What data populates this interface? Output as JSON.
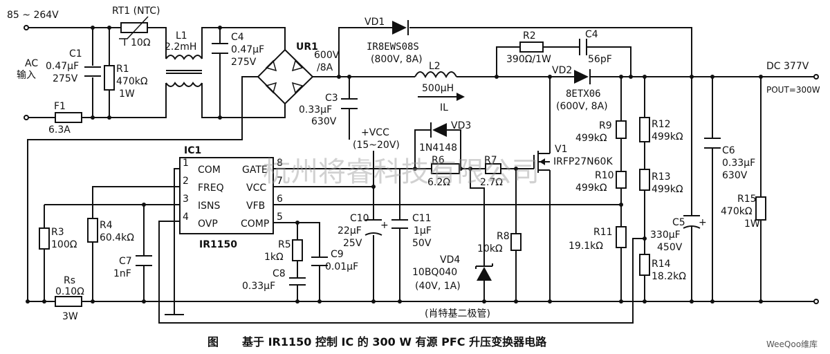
{
  "input": {
    "voltage": "85 ~ 264V",
    "ac_label": "AC",
    "ac_label2": "输入"
  },
  "components": {
    "rt1": {
      "name": "RT1 (NTC)",
      "value": "T 10Ω"
    },
    "l1": {
      "name": "L1",
      "value": "2.2mH"
    },
    "c1": {
      "name": "C1",
      "value": "0.47μF",
      "rating": "275V"
    },
    "r1": {
      "name": "R1",
      "value": "470kΩ",
      "rating": "1W"
    },
    "f1": {
      "name": "F1",
      "value": "6.3A"
    },
    "c4a": {
      "name": "C4",
      "value": "0.47μF",
      "rating": "275V"
    },
    "ur1": {
      "name": "UR1",
      "value": "600V",
      "rating": "/8A"
    },
    "c3": {
      "name": "C3",
      "value": "0.33μF",
      "rating": "630V"
    },
    "vd1": {
      "name": "VD1",
      "part": "IR8EWS08S",
      "rating": "(800V, 8A)"
    },
    "r2": {
      "name": "R2",
      "value": "390Ω/1W"
    },
    "c4b": {
      "name": "C4",
      "value": "56pF"
    },
    "l2": {
      "name": "L2",
      "value": "500μH",
      "current": "IL"
    },
    "vd2": {
      "name": "VD2",
      "part": "8ETX06",
      "rating": "(600V, 8A)"
    },
    "vd3": {
      "name": "VD3",
      "part": "1N4148"
    },
    "r6": {
      "name": "R6",
      "value": "6.2Ω"
    },
    "r7": {
      "name": "R7",
      "value": "2.7Ω"
    },
    "v1": {
      "name": "V1",
      "part": "IRFP27N60K"
    },
    "r8": {
      "name": "R8",
      "value": "10kΩ"
    },
    "r9": {
      "name": "R9",
      "value": "499kΩ"
    },
    "r10": {
      "name": "R10",
      "value": "499kΩ"
    },
    "r11": {
      "name": "R11",
      "value": "19.1kΩ"
    },
    "r12": {
      "name": "R12",
      "value": "499kΩ"
    },
    "r13": {
      "name": "R13",
      "value": "499kΩ"
    },
    "r14": {
      "name": "R14",
      "value": "18.2kΩ"
    },
    "c5": {
      "name": "C5",
      "value": "330μF",
      "rating": "450V"
    },
    "c6": {
      "name": "C6",
      "value": "0.33μF",
      "rating": "630V"
    },
    "r15": {
      "name": "R15",
      "value": "470kΩ",
      "rating": "1W"
    },
    "r3": {
      "name": "R3",
      "value": "100Ω"
    },
    "r4": {
      "name": "R4",
      "value": "60.4kΩ"
    },
    "c7": {
      "name": "C7",
      "value": "1nF"
    },
    "rs": {
      "name": "Rs",
      "value": "0.10Ω",
      "rating": "3W"
    },
    "r5": {
      "name": "R5",
      "value": "1kΩ"
    },
    "c8": {
      "name": "C8",
      "value": "0.33μF"
    },
    "c9": {
      "name": "C9",
      "value": "0.01μF"
    },
    "c10": {
      "name": "C10",
      "value": "22μF",
      "rating": "25V"
    },
    "c11": {
      "name": "C11",
      "value": "1μF",
      "rating": "50V"
    },
    "vd4": {
      "name": "VD4",
      "part": "10BQ040",
      "rating": "(40V, 1A)",
      "note": "(肖特基二极管)"
    }
  },
  "vcc": {
    "label": "+VCC",
    "range": "(15~20V)"
  },
  "ic": {
    "ref": "IC1",
    "part": "IR1150",
    "pins_left": [
      {
        "num": "1",
        "name": "COM"
      },
      {
        "num": "2",
        "name": "FREQ"
      },
      {
        "num": "3",
        "name": "ISNS"
      },
      {
        "num": "4",
        "name": "OVP"
      }
    ],
    "pins_right": [
      {
        "num": "8",
        "name": "GATE"
      },
      {
        "num": "7",
        "name": "VCC"
      },
      {
        "num": "6",
        "name": "VFB"
      },
      {
        "num": "5",
        "name": "COMP"
      }
    ]
  },
  "output": {
    "voltage": "DC 377V",
    "power": "POUT=300W"
  },
  "caption": {
    "prefix": "图",
    "text": "基于 IR1150 控制 IC 的 300 W 有源 PFC 升压变换器电路"
  },
  "watermark": "杭州将睿科技有限公司",
  "corner_logo": "WeeQoo维库"
}
